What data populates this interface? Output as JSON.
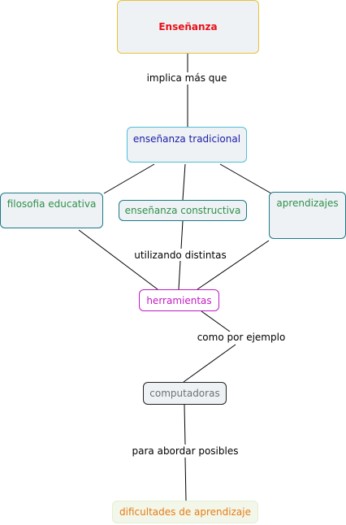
{
  "nodes": {
    "ensenanza": {
      "label": "Enseñanza",
      "color": "#e8101a"
    },
    "tradicional": {
      "label": "enseñanza tradicional",
      "color": "#1a1aa8"
    },
    "filosofia": {
      "label": "filosofia educativa",
      "color": "#2f8f4e"
    },
    "constructiva": {
      "label": "enseñanza constructiva",
      "color": "#2f8f4e"
    },
    "aprendizajes": {
      "label": "aprendizajes",
      "color": "#2f8f4e"
    },
    "herramientas": {
      "label": "herramientas",
      "color": "#c21ac4"
    },
    "computadoras": {
      "label": "computadoras",
      "color": "#6b7276"
    },
    "dificultades": {
      "label": "dificultades de aprendizaje",
      "color": "#e87a12"
    }
  },
  "links": {
    "implica": "implica más que",
    "utilizando": "utilizando distintas",
    "como": "como por ejemplo",
    "para": "para abordar posibles"
  }
}
